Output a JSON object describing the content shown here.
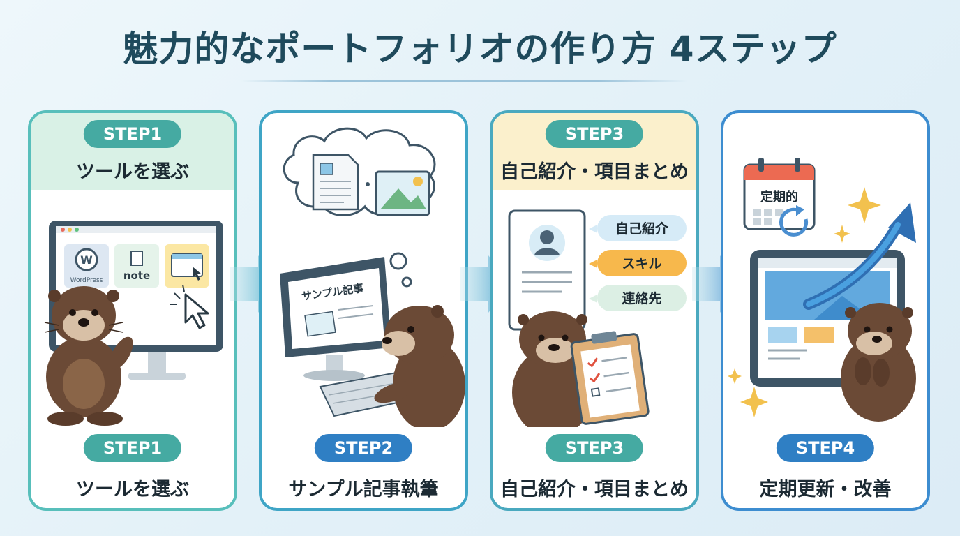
{
  "title": "魅力的なポートフォリオの作り方 4ステップ",
  "steps": [
    {
      "top_step": "STEP1",
      "top_label": "ツールを選ぶ",
      "step": "STEP1",
      "label": "ツールを選ぶ",
      "tools": [
        "WordPress",
        "note"
      ]
    },
    {
      "step": "STEP2",
      "label": "サンプル記事執筆",
      "screen_text": "サンプル記事"
    },
    {
      "top_step": "STEP3",
      "top_label": "自己紹介・項目まとめ",
      "step": "STEP3",
      "label": "自己紹介・項目まとめ",
      "tags": [
        "自己紹介",
        "スキル",
        "連絡先"
      ]
    },
    {
      "step": "STEP4",
      "label": "定期更新・改善",
      "calendar_text": "定期的"
    }
  ],
  "colors": {
    "title": "#1f4a5c",
    "teal_pill": "#45aaa2",
    "blue_pill": "#2f7fc4",
    "otter": "#6b4a36",
    "arrow": "#3aa7c9"
  }
}
